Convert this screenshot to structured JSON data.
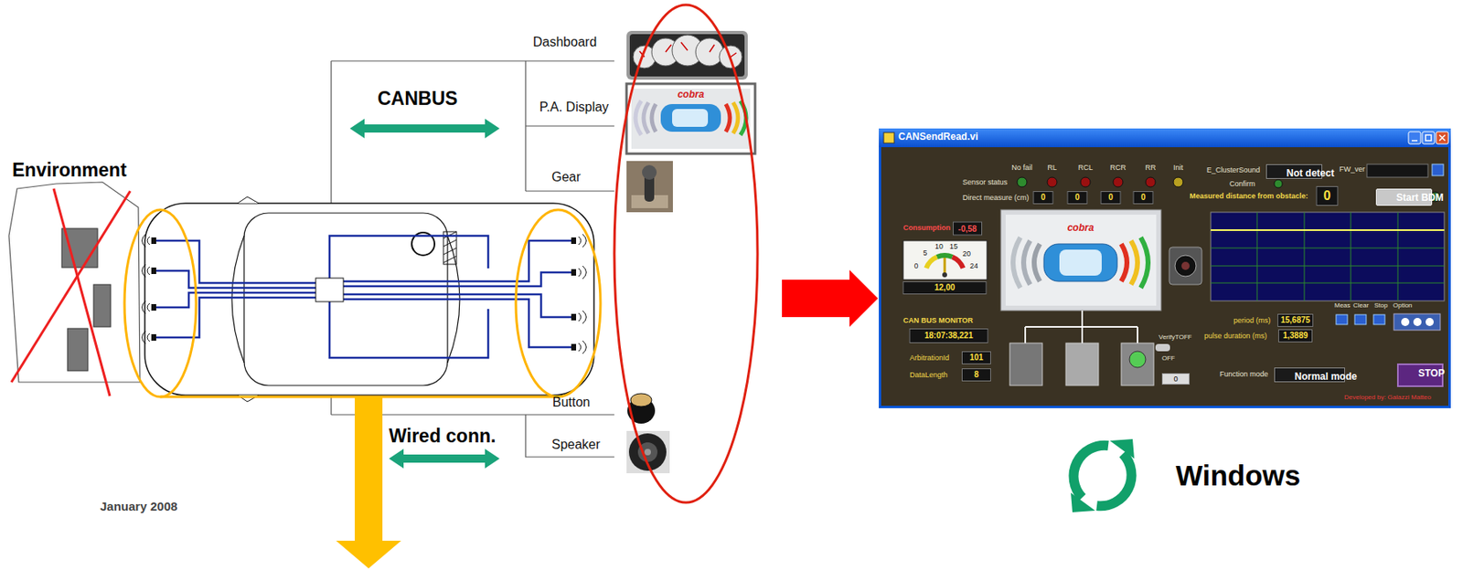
{
  "diagram": {
    "nodes": [
      {
        "text": [
          "CANSendRead.vi"
        ]
      },
      {
        "text": [
          "Not detect"
        ],
        "in": 0
      },
      {
        "text": [
          "Start BDM"
        ],
        "in": 0
      },
      {
        "text": [
          "Normal mode"
        ],
        "in": 0
      },
      {
        "text": [
          "STOP"
        ],
        "in": 0
      }
    ],
    "labels": [
      "Environment",
      "CANBUS",
      "Dashboard",
      "P.A. Display",
      "Gear",
      "Button",
      "Speaker",
      "Wired conn.",
      "January 2008",
      "cobra",
      "Windows",
      "No fail",
      "RL",
      "RCL",
      "RCR",
      "RR",
      "Init",
      "Sensor status",
      "Direct measure (cm)",
      "0",
      "0",
      "0",
      "0",
      "E_ClusterSound",
      "Confirm",
      "FW_ver",
      "Measured distance from obstacle:",
      "0",
      "Consumption",
      "-0,58",
      "0",
      "5",
      "10",
      "15",
      "20",
      "24",
      "12,00",
      "CAN BUS MONITOR",
      "18:07:38,221",
      "ArbitrationId",
      "101",
      "DataLength",
      "8",
      "cobra",
      "VerifyTOFF",
      "OFF",
      "0",
      "period (ms)",
      "15,6875",
      "pulse duration (ms)",
      "1,3889",
      "Meas",
      "Clear",
      "Stop",
      "Option",
      "Function mode",
      "Developed by: Galazzi Matteo"
    ]
  }
}
